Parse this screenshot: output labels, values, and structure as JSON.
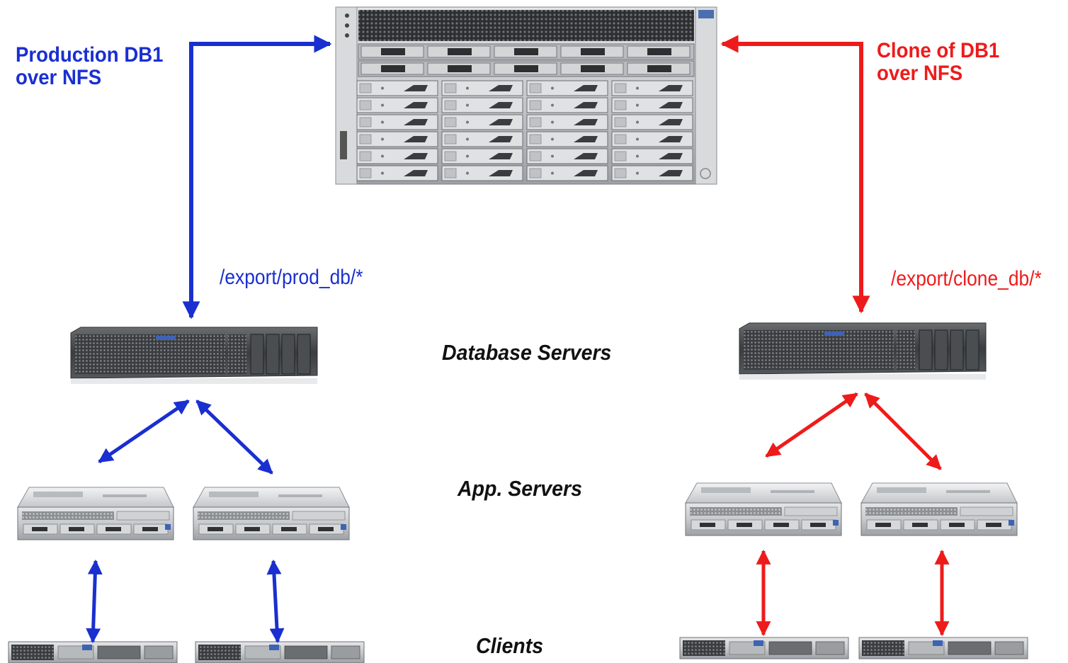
{
  "labels": {
    "prod_title": [
      "Production DB1",
      "over NFS"
    ],
    "clone_title": [
      "Clone of DB1",
      "over NFS"
    ],
    "prod_export": "/export/prod_db/*",
    "clone_export": "/export/clone_db/*",
    "tier_db": "Database Servers",
    "tier_app": "App. Servers",
    "tier_clients": "Clients"
  },
  "colors": {
    "production": "#1a2fd0",
    "clone": "#ee1b1b"
  },
  "devices": {
    "storage": "storage-array",
    "db_servers": 2,
    "app_servers": 4,
    "clients": 4
  }
}
